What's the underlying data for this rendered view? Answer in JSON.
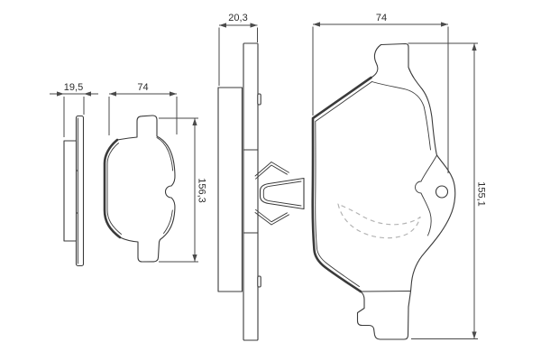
{
  "colors": {
    "background": "#ffffff",
    "outline": "#3a3a3a",
    "dimension": "#4a4a4a",
    "dashed": "#b4b4b4"
  },
  "views": {
    "pad_a_side": {
      "thickness_label": "19,5"
    },
    "pad_a_front": {
      "width_label": "74",
      "height_label": "156,3"
    },
    "pad_b_side": {
      "thickness_label": "20,3"
    },
    "pad_b_front": {
      "width_label": "74",
      "height_label": "155,1"
    }
  }
}
